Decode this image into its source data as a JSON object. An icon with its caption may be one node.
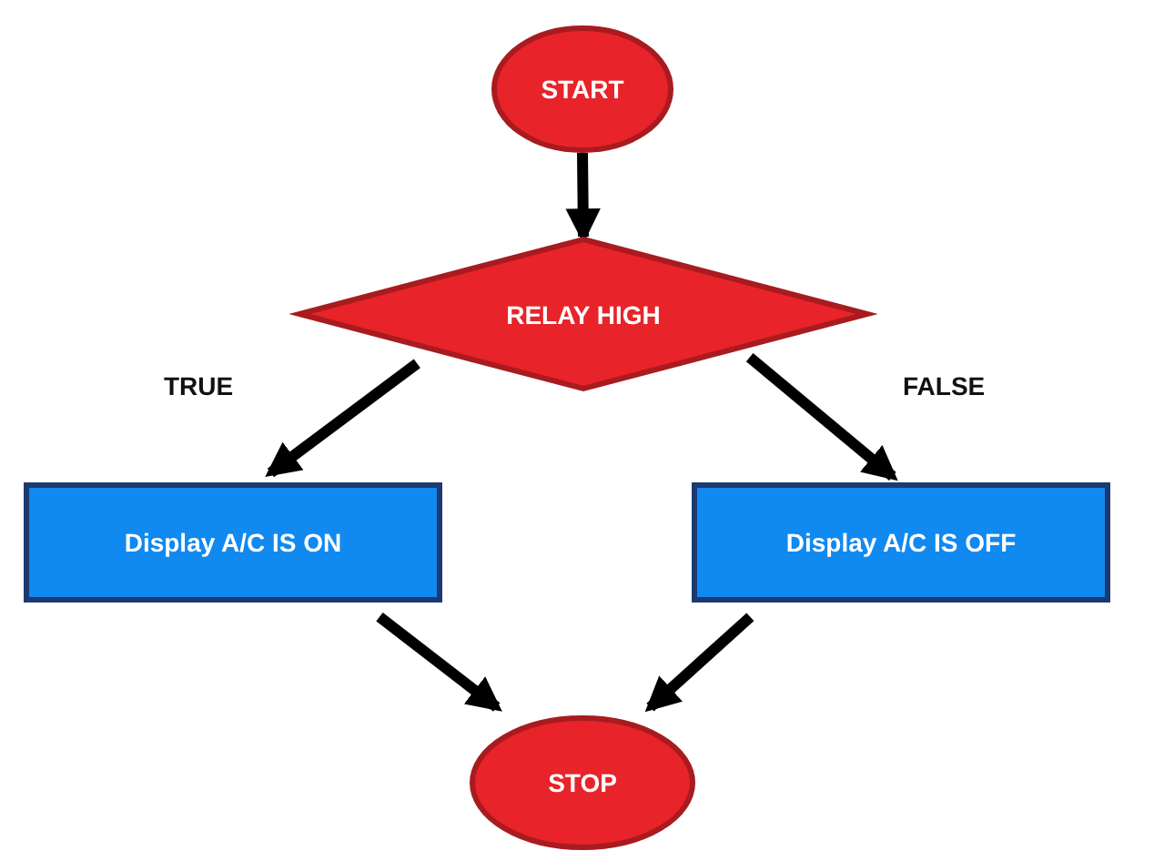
{
  "diagram": {
    "nodes": [
      {
        "text": [
          "START"
        ]
      },
      {
        "text": [
          "RELAY HIGH"
        ]
      },
      {
        "text": [
          "Display A/C IS ON"
        ]
      },
      {
        "text": [
          "Display A/C IS OFF"
        ]
      },
      {
        "text": [
          "STOP"
        ]
      }
    ],
    "edges": [
      {
        "from": 0,
        "to": 1,
        "arrow": "to"
      },
      {
        "from": 1,
        "to": 2,
        "arrow": "to",
        "label": "TRUE"
      },
      {
        "from": 1,
        "to": 3,
        "arrow": "to",
        "label": "FALSE"
      },
      {
        "from": 2,
        "to": 4,
        "arrow": "to"
      },
      {
        "from": 3,
        "to": 4,
        "arrow": "to"
      }
    ]
  }
}
